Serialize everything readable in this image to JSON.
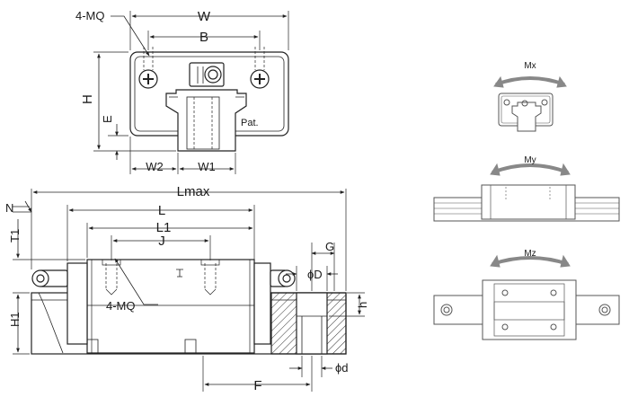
{
  "front_view": {
    "W": "W",
    "B": "B",
    "MQ": "4-MQ",
    "H": "H",
    "E": "E",
    "W2": "W2",
    "W1": "W1",
    "pat": "Pat."
  },
  "side_view": {
    "Lmax": "Lmax",
    "L": "L",
    "L1": "L1",
    "J": "J",
    "N": "N",
    "T1": "T1",
    "H1": "H1",
    "MQ": "4-MQ",
    "G": "G",
    "D": "ϕD",
    "h": "h",
    "d": "ϕd",
    "F": "F"
  },
  "moments": {
    "Mx": "Mx",
    "My": "My",
    "Mz": "Mz"
  }
}
